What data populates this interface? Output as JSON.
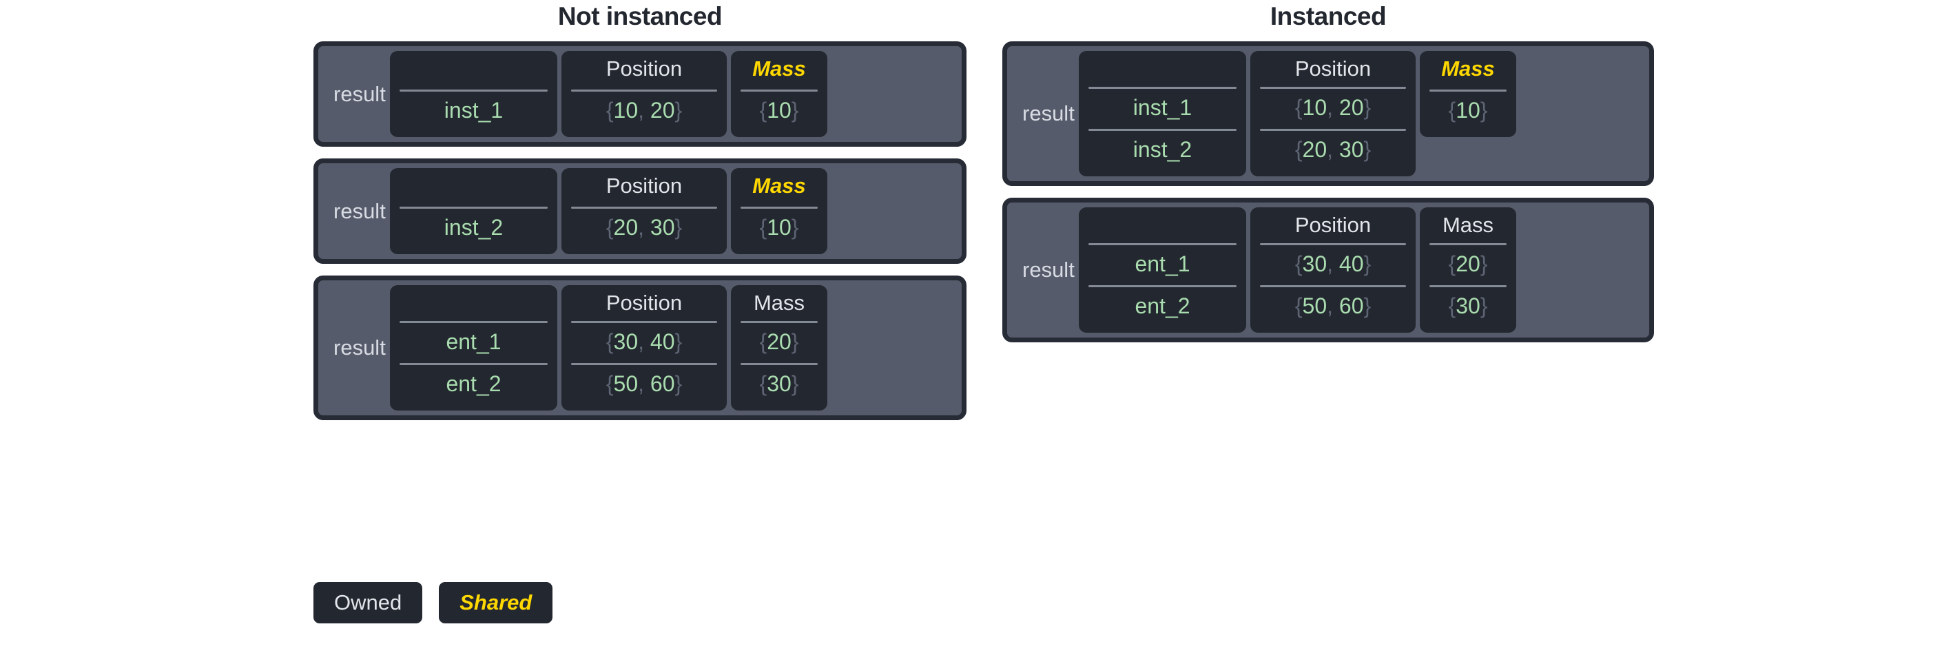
{
  "legend": {
    "owned_label": "Owned",
    "shared_label": "Shared",
    "owned_color": "#e2e5ea",
    "shared_color": "#ffd800"
  },
  "colors": {
    "panel_fill": "#555b6a",
    "panel_border": "#262b35",
    "column_fill": "#23272f",
    "value_green": "#a9dcaf",
    "brace_gray": "#5d6474",
    "header_white": "#e2e5ea",
    "shared_yellow": "#ffd800",
    "title_dark": "#23272f"
  },
  "columns": [
    {
      "title": "Not instanced",
      "panels": [
        {
          "label": "result",
          "fields": [
            {
              "header": "",
              "ownership": "owned",
              "rows": [
                "inst_1"
              ]
            },
            {
              "header": "Position",
              "ownership": "owned",
              "rows": [
                "{10, 20}"
              ]
            },
            {
              "header": "Mass",
              "ownership": "shared",
              "rows": [
                "{10}"
              ]
            }
          ]
        },
        {
          "label": "result",
          "fields": [
            {
              "header": "",
              "ownership": "owned",
              "rows": [
                "inst_2"
              ]
            },
            {
              "header": "Position",
              "ownership": "owned",
              "rows": [
                "{20, 30}"
              ]
            },
            {
              "header": "Mass",
              "ownership": "shared",
              "rows": [
                "{10}"
              ]
            }
          ]
        },
        {
          "label": "result",
          "fields": [
            {
              "header": "",
              "ownership": "owned",
              "rows": [
                "ent_1",
                "ent_2"
              ]
            },
            {
              "header": "Position",
              "ownership": "owned",
              "rows": [
                "{30, 40}",
                "{50, 60}"
              ]
            },
            {
              "header": "Mass",
              "ownership": "owned",
              "rows": [
                "{20}",
                "{30}"
              ]
            }
          ]
        }
      ]
    },
    {
      "title": "Instanced",
      "panels": [
        {
          "label": "result",
          "fields": [
            {
              "header": "",
              "ownership": "owned",
              "rows": [
                "inst_1",
                "inst_2"
              ]
            },
            {
              "header": "Position",
              "ownership": "owned",
              "rows": [
                "{10, 20}",
                "{20, 30}"
              ]
            },
            {
              "header": "Mass",
              "ownership": "shared",
              "rows": [
                "{10}"
              ]
            }
          ]
        },
        {
          "label": "result",
          "fields": [
            {
              "header": "",
              "ownership": "owned",
              "rows": [
                "ent_1",
                "ent_2"
              ]
            },
            {
              "header": "Position",
              "ownership": "owned",
              "rows": [
                "{30, 40}",
                "{50, 60}"
              ]
            },
            {
              "header": "Mass",
              "ownership": "owned",
              "rows": [
                "{20}",
                "{30}"
              ]
            }
          ]
        }
      ]
    }
  ]
}
